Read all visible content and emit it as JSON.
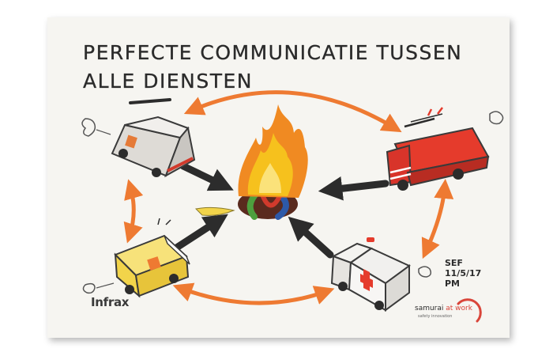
{
  "title": {
    "line1": "PERFECTE COMMUNICATIE TUSSEN",
    "line2": "ALLE DIENSTEN"
  },
  "signature": {
    "name": "SEF",
    "date": "11/5/17",
    "time": "PM"
  },
  "infrax_logo": "Infrax",
  "samurai_logo": {
    "name": "samurai",
    "accent": "at work",
    "tagline": "safety innovation"
  },
  "vehicles": [
    "utility-van",
    "fire-truck",
    "yellow-van",
    "ambulance"
  ],
  "colors": {
    "orange_arrow": "#ee7a32",
    "black_arrow": "#2c2c2c",
    "fire_red": "#e53b2c",
    "flame_yellow": "#f6c11d",
    "van_yellow": "#f2d44a",
    "card_bg": "#f6f5f1"
  }
}
